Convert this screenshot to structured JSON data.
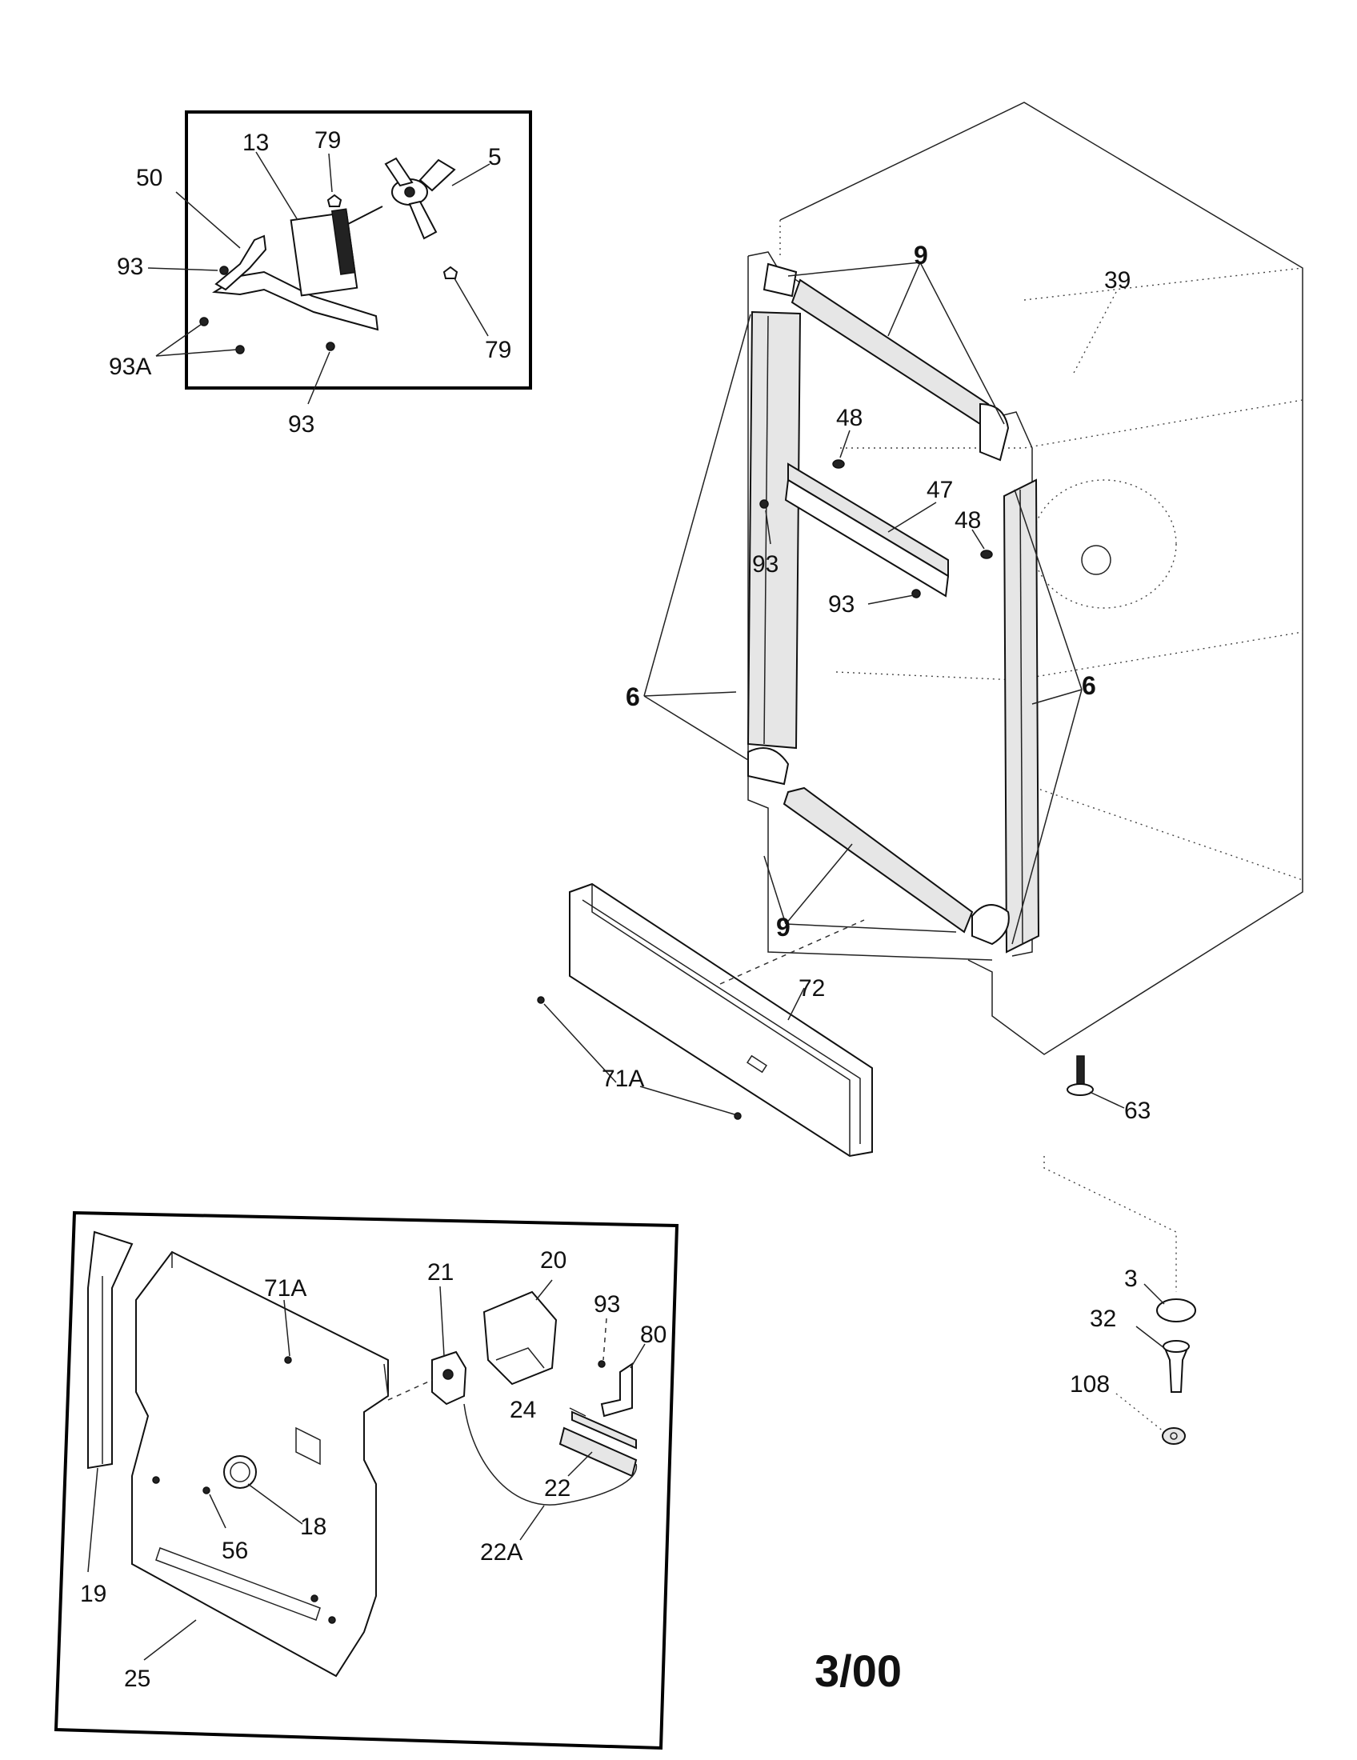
{
  "labels": {
    "l13": "13",
    "l79a": "79",
    "l5": "5",
    "l50": "50",
    "l93a": "93",
    "l79b": "79",
    "l93A_top": "93A",
    "l93b": "93",
    "l9_top": "9",
    "l39": "39",
    "l48a": "48",
    "l47": "47",
    "l48b": "48",
    "l93c": "93",
    "l93d": "93",
    "l6_left": "6",
    "l6_right": "6",
    "l9_bottom": "9",
    "l72": "72",
    "l71A_mid": "71A",
    "l63": "63",
    "l3": "3",
    "l32": "32",
    "l108": "108",
    "l71A_inset": "71A",
    "l21": "21",
    "l20": "20",
    "l93e": "93",
    "l80": "80",
    "l24": "24",
    "l22": "22",
    "l18": "18",
    "l56": "56",
    "l22A": "22A",
    "l19": "19",
    "l25": "25"
  },
  "date_code": "3/00"
}
